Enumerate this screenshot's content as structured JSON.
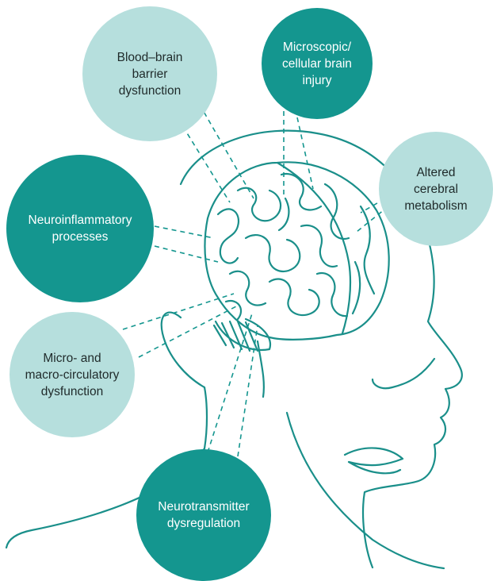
{
  "colors": {
    "dark_teal": "#14968f",
    "light_teal": "#b6dfdd",
    "line": "#1a8f8a"
  },
  "bubbles": {
    "bbb": {
      "label": "Blood–brain\nbarrier\ndysfunction",
      "tone": "light"
    },
    "micro": {
      "label": "Microscopic/\ncellular brain\ninjury",
      "tone": "dark"
    },
    "metab": {
      "label": "Altered\ncerebral\nmetabolism",
      "tone": "light"
    },
    "neuroinf": {
      "label": "Neuroinflammatory\nprocesses",
      "tone": "dark"
    },
    "circ": {
      "label": "Micro- and\nmacro-circulatory\ndysfunction",
      "tone": "light"
    },
    "neurotx": {
      "label": "Neurotransmitter\ndysregulation",
      "tone": "dark"
    }
  },
  "illustration": {
    "subject": "head-with-brain-line-drawing"
  }
}
